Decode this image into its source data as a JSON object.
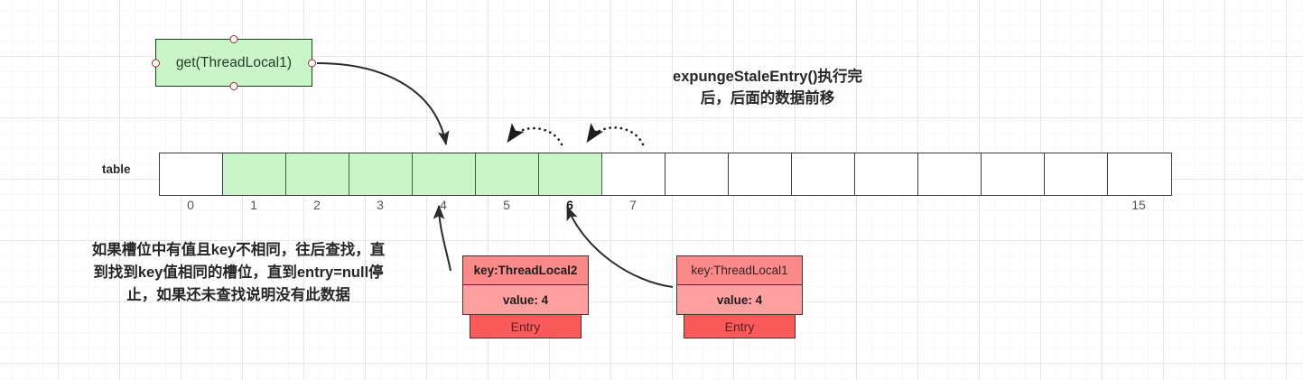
{
  "heading": {
    "line1": "expungeStaleEntry()执行完",
    "line2": "后，后面的数据前移"
  },
  "call_node": {
    "label": "get(ThreadLocal1)"
  },
  "table": {
    "label": "table",
    "cells": [
      {
        "index": "0",
        "filled": false
      },
      {
        "index": "1",
        "filled": true
      },
      {
        "index": "2",
        "filled": true
      },
      {
        "index": "3",
        "filled": true
      },
      {
        "index": "4",
        "filled": true
      },
      {
        "index": "5",
        "filled": true
      },
      {
        "index": "6",
        "filled": true
      },
      {
        "index": "7",
        "filled": false
      },
      {
        "index": "",
        "filled": false
      },
      {
        "index": "",
        "filled": false
      },
      {
        "index": "",
        "filled": false
      },
      {
        "index": "",
        "filled": false
      },
      {
        "index": "",
        "filled": false
      },
      {
        "index": "",
        "filled": false
      },
      {
        "index": "",
        "filled": false
      },
      {
        "index": "15",
        "filled": false
      }
    ],
    "highlight_index": "6"
  },
  "note": {
    "line1": "如果槽位中有值且key不相同，往后查找，直",
    "line2": "到找到key值相同的槽位，直到entry=null停",
    "line3": "止，如果还未查找说明没有此数据"
  },
  "entries": [
    {
      "key": "key:ThreadLocal2",
      "value": "value: 4",
      "type": "Entry",
      "key_bold": true
    },
    {
      "key": "key:ThreadLocal1",
      "value": "value: 4",
      "type": "Entry",
      "key_bold": false
    }
  ],
  "colors": {
    "cell_filled": "#c9f5c9",
    "node_fill": "#c9f5c9",
    "node_border": "#14461b",
    "entry_key_fill": "#fa8a8a",
    "entry_value_fill": "#ffa0a0",
    "entry_type_fill": "#fb5a5a",
    "arrow": "#2b2b2b"
  }
}
